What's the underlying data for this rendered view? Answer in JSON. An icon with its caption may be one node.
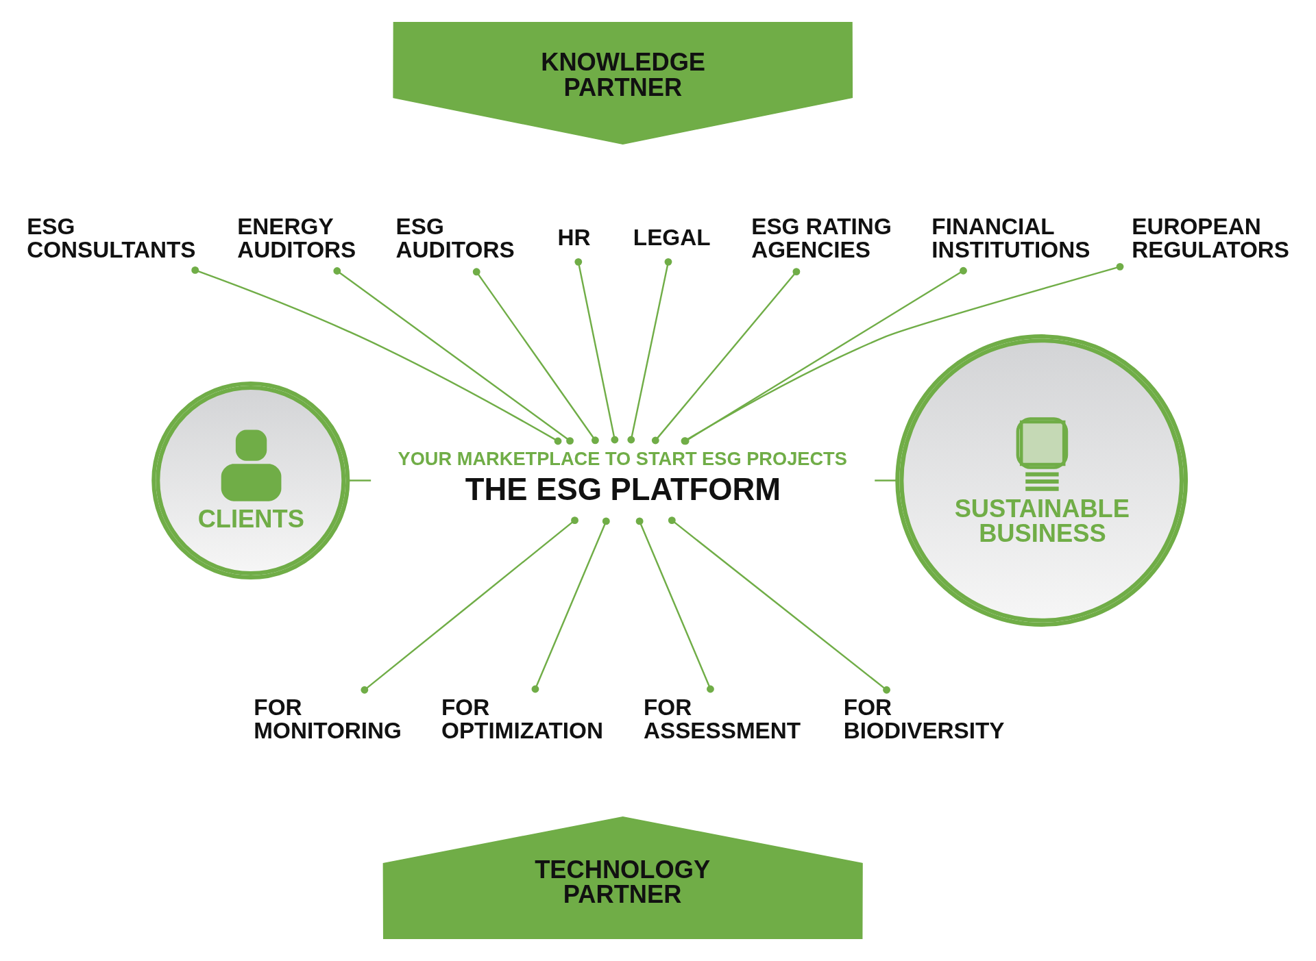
{
  "diagram": {
    "nodes": [
      {
        "text": [
          "KNOWLEDGE PARTNER"
        ]
      },
      {
        "text": [
          "ESG CONSULTANTS"
        ]
      },
      {
        "text": [
          "ENERGY AUDITORS"
        ]
      },
      {
        "text": [
          "ESG AUDITORS"
        ]
      },
      {
        "text": [
          "HR"
        ]
      },
      {
        "text": [
          "LEGAL"
        ]
      },
      {
        "text": [
          "ESG RATING AGENCIES"
        ]
      },
      {
        "text": [
          "FINANCIAL INSTITUTIONS"
        ]
      },
      {
        "text": [
          "EUROPEAN REGULATORS"
        ]
      },
      {
        "text": [
          "CLIENTS"
        ]
      },
      {
        "text": [
          "YOUR MARKETPLACE TO START ESG PROJECTS",
          "THE ESG PLATFORM"
        ]
      },
      {
        "text": [
          "SUSTAINABLE BUSINESS"
        ]
      },
      {
        "text": [
          "FOR MONITORING"
        ]
      },
      {
        "text": [
          "FOR OPTIMIZATION"
        ]
      },
      {
        "text": [
          "FOR ASSESSMENT"
        ]
      },
      {
        "text": [
          "FOR BIODIVERSITY"
        ]
      },
      {
        "text": [
          "TECHNOLOGY PARTNER"
        ]
      }
    ],
    "edges": [
      {
        "from": 1,
        "to": 10,
        "arrow": "other"
      },
      {
        "from": 2,
        "to": 10,
        "arrow": "other"
      },
      {
        "from": 3,
        "to": 10,
        "arrow": "other"
      },
      {
        "from": 4,
        "to": 10,
        "arrow": "other"
      },
      {
        "from": 5,
        "to": 10,
        "arrow": "other"
      },
      {
        "from": 6,
        "to": 10,
        "arrow": "other"
      },
      {
        "from": 7,
        "to": 10,
        "arrow": "other"
      },
      {
        "from": 8,
        "to": 10,
        "arrow": "other"
      },
      {
        "from": 9,
        "to": 10,
        "arrow": "none"
      },
      {
        "from": 10,
        "to": 11,
        "arrow": "none"
      },
      {
        "from": 10,
        "to": 12,
        "arrow": "other"
      },
      {
        "from": 10,
        "to": 13,
        "arrow": "other"
      },
      {
        "from": 10,
        "to": 14,
        "arrow": "other"
      },
      {
        "from": 10,
        "to": 15,
        "arrow": "other"
      }
    ]
  }
}
